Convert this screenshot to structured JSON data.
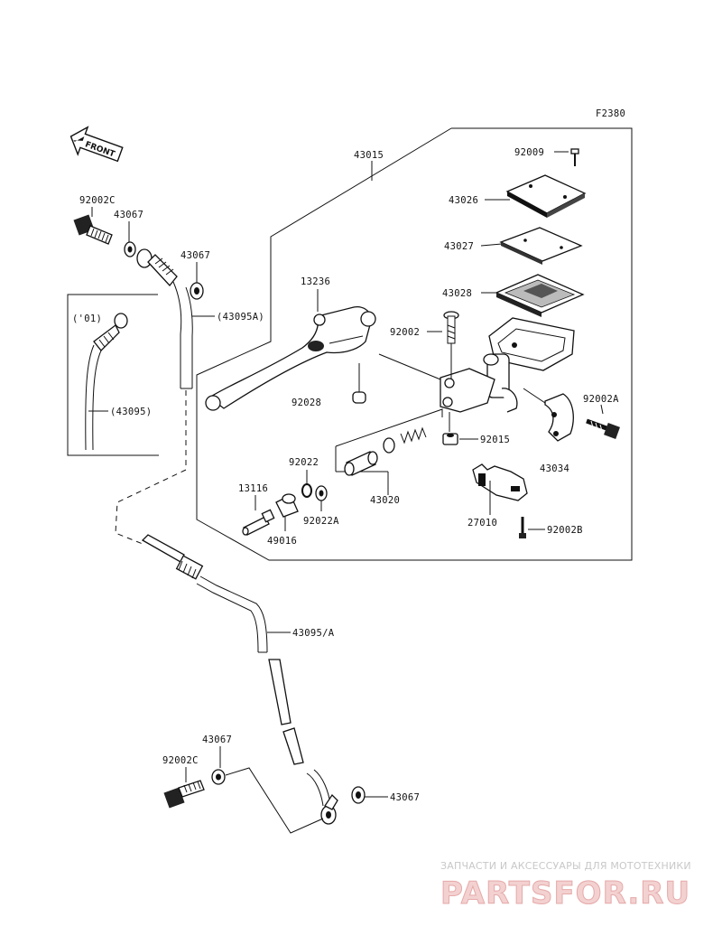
{
  "figure_code": "F2380",
  "front_badge": "FRONT",
  "year_note": "('01)",
  "labels": {
    "l43015": "43015",
    "l92009": "92009",
    "l43026": "43026",
    "l43027": "43027",
    "l43028": "43028",
    "l13236": "13236",
    "l92002": "92002",
    "l92028": "92028",
    "l92002A": "92002A",
    "l92015": "92015",
    "l92022": "92022",
    "l13116": "13116",
    "l43020": "43020",
    "l43034": "43034",
    "l92022A": "92022A",
    "l49016": "49016",
    "l27010": "27010",
    "l92002B": "92002B",
    "l92002C_top": "92002C",
    "l43067_top1": "43067",
    "l43067_top2": "43067",
    "l43095A": "(43095A)",
    "l43095": "(43095)",
    "l43095_A": "43095/A",
    "l43067_bot1": "43067",
    "l92002C_bot": "92002C",
    "l43067_bot2": "43067"
  },
  "watermark": {
    "tagline": "ЗАПЧАСТИ И АКСЕССУАРЫ ДЛЯ МОТОТЕХНИКИ",
    "logo": "PARTSFOR.RU"
  }
}
